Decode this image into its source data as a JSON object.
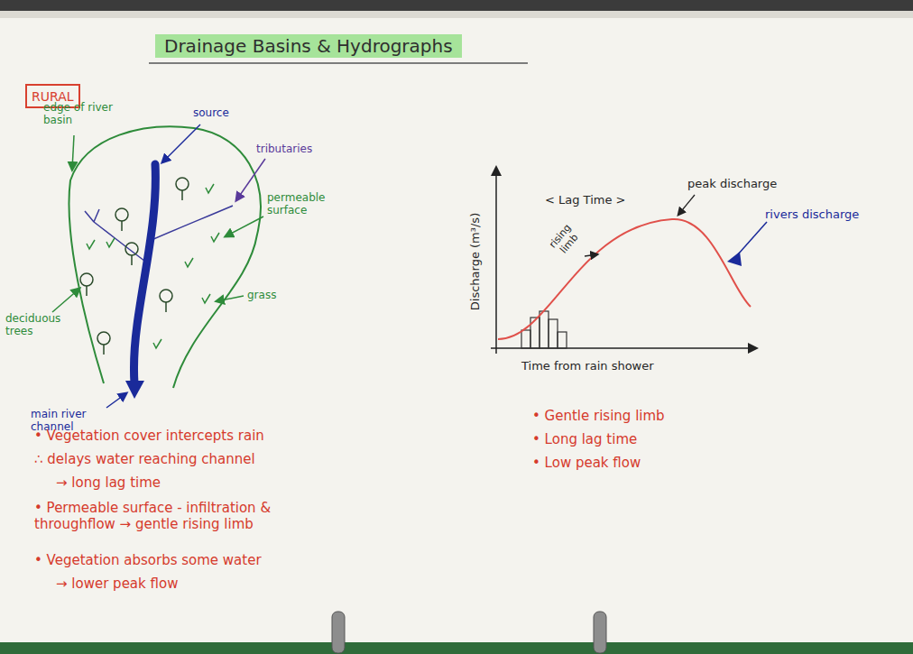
{
  "diagram": {
    "title": "Drainage Basins & Hydrographs",
    "nodes": [
      {
        "text": [
          "RURAL"
        ]
      }
    ],
    "labels": [
      "edge of river basin",
      "source",
      "tributaries",
      "permeable surface",
      "deciduous trees",
      "grass",
      "main river channel",
      "Discharge (m³/s)",
      "Time from rain shower",
      "< Lag Time >",
      "rising limb",
      "peak discharge",
      "rivers discharge",
      "• Vegetation cover intercepts rain",
      "∴ delays water reaching channel",
      "→ long lag time",
      "• Permeable surface - infiltration & throughflow → gentle rising limb",
      "• Vegetation absorbs some water",
      "→ lower peak flow",
      "• Gentle rising limb",
      "• Long lag time",
      "• Low peak flow"
    ]
  }
}
